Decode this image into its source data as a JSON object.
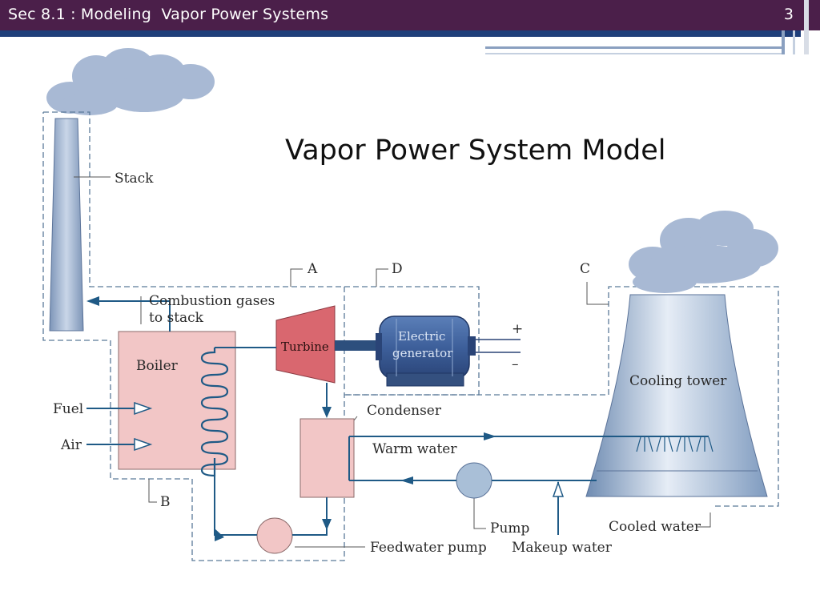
{
  "header": {
    "title": "Sec 8.1 : Modeling  Vapor Power Systems",
    "page_number": "3"
  },
  "slide": {
    "title": "Vapor Power System Model"
  },
  "diagram": {
    "labels": {
      "stack": "Stack",
      "boundary_a": "A",
      "boundary_b": "B",
      "boundary_c": "C",
      "boundary_d": "D",
      "combustion_line1": "Combustion gases",
      "combustion_line2": "to stack",
      "boiler": "Boiler",
      "turbine": "Turbine",
      "generator_line1": "Electric",
      "generator_line2": "generator",
      "plus": "+",
      "minus": "–",
      "fuel": "Fuel",
      "air": "Air",
      "condenser": "Condenser",
      "warm_water": "Warm water",
      "cooling_tower": "Cooling tower",
      "pump": "Pump",
      "cooled_water": "Cooled water",
      "feedwater_pump": "Feedwater pump",
      "makeup_water": "Makeup water"
    },
    "colors": {
      "header": "#4b1f4a",
      "accent_rule": "#1f3f7a",
      "component_pink": "#f2c6c6",
      "turbine_red": "#d9676f",
      "flow_blue": "#1f5a86",
      "smoke": "#a8b9d4",
      "tower_blue": "#a9bfd7",
      "boundary": "#5a7a99"
    }
  }
}
